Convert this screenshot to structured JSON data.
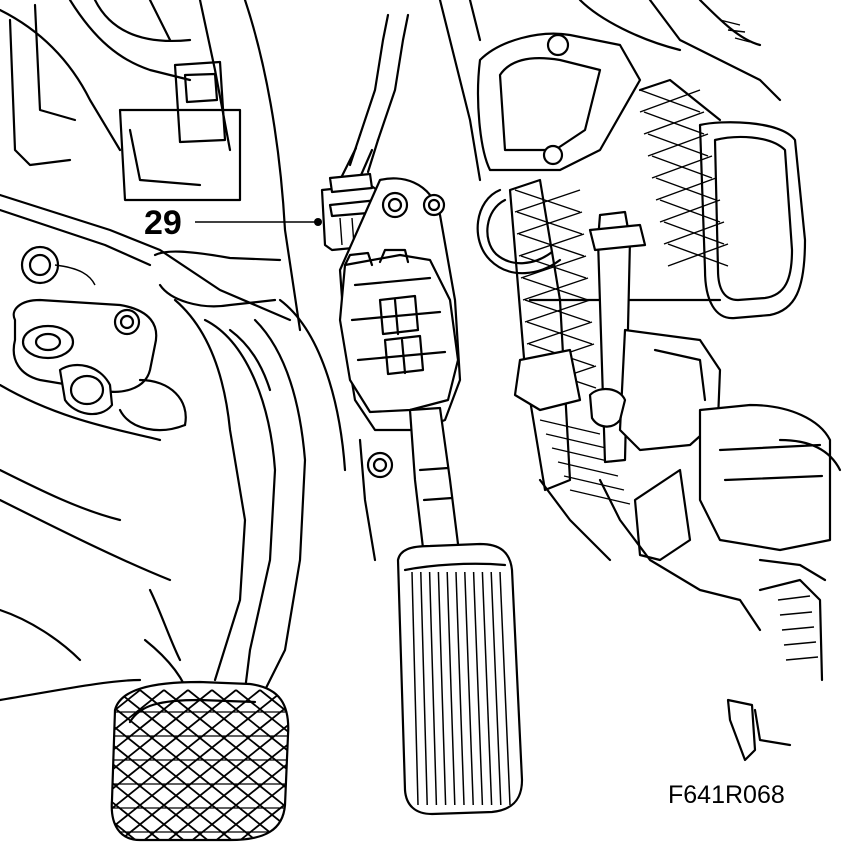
{
  "diagram": {
    "callout": {
      "number": "29",
      "target": "connector"
    },
    "figure_code": "F641R068",
    "colors": {
      "line": "#000000",
      "background": "#ffffff"
    }
  }
}
